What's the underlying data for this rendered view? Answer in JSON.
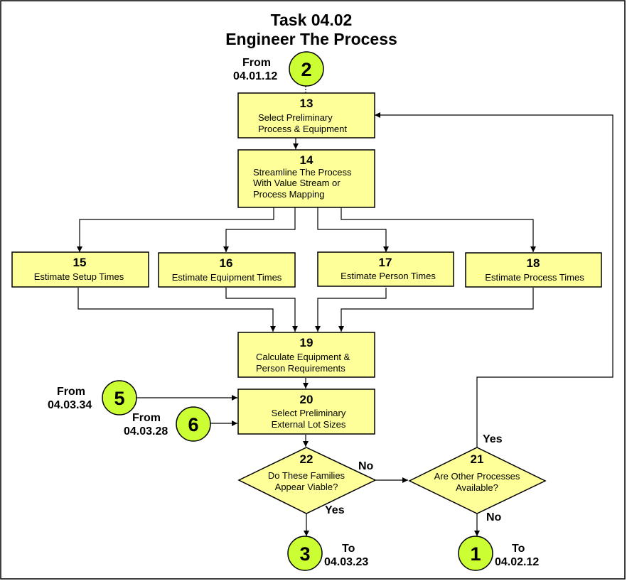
{
  "title": {
    "line1": "Task 04.02",
    "line2": "Engineer The Process"
  },
  "colors": {
    "box_fill": "#FFFF99",
    "connector_fill": "#CCFF33",
    "line": "#000000"
  },
  "boxes": {
    "b13": {
      "number": "13",
      "lines": [
        "Select Preliminary",
        "Process & Equipment"
      ]
    },
    "b14": {
      "number": "14",
      "lines": [
        "Streamline The Process",
        "With Value Stream or",
        "Process Mapping"
      ]
    },
    "b15": {
      "number": "15",
      "lines": [
        "Estimate Setup Times"
      ]
    },
    "b16": {
      "number": "16",
      "lines": [
        "Estimate Equipment Times"
      ]
    },
    "b17": {
      "number": "17",
      "lines": [
        "Estimate Person Times"
      ]
    },
    "b18": {
      "number": "18",
      "lines": [
        "Estimate Process Times"
      ]
    },
    "b19": {
      "number": "19",
      "lines": [
        "Calculate Equipment &",
        "Person Requirements"
      ]
    },
    "b20": {
      "number": "20",
      "lines": [
        "Select Preliminary",
        "External Lot Sizes"
      ]
    }
  },
  "decisions": {
    "d22": {
      "number": "22",
      "lines": [
        "Do These Families",
        "Appear Viable?"
      ],
      "no_label": "No",
      "yes_label": "Yes"
    },
    "d21": {
      "number": "21",
      "lines": [
        "Are Other Processes",
        "Available?"
      ],
      "yes_label": "Yes",
      "no_label": "No"
    }
  },
  "connectors": {
    "c2": {
      "number": "2",
      "direction": "From",
      "ref": "04.01.12"
    },
    "c5": {
      "number": "5",
      "direction": "From",
      "ref": "04.03.34"
    },
    "c6": {
      "number": "6",
      "direction": "From",
      "ref": "04.03.28"
    },
    "c3": {
      "number": "3",
      "direction": "To",
      "ref": "04.03.23"
    },
    "c1": {
      "number": "1",
      "direction": "To",
      "ref": "04.02.12"
    }
  }
}
